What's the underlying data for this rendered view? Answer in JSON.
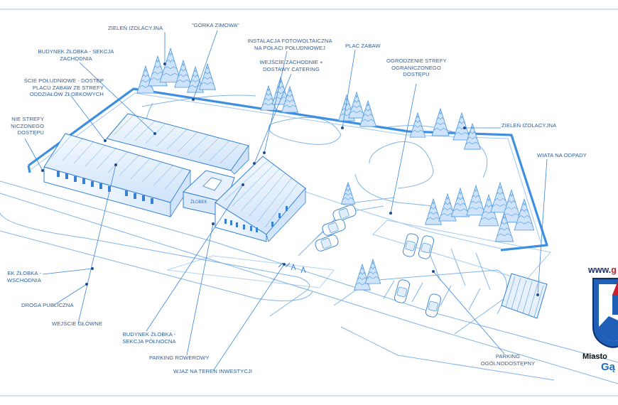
{
  "labels": {
    "zielen_top": "ZIELEŃ IZOLACYJNA",
    "gorka": "\"GÓRKA ZIMOWA\"",
    "pv_line1": "INSTALACJA FOTOWOLTAICZNA",
    "pv_line2": "NA POŁACI POŁUDNIOWEJ",
    "plac": "PLAC ZABAW",
    "wejscie_zach_line1": "WEJŚCIE ZACHODNIE +",
    "wejscie_zach_line2": "DOSTAWY CATERING",
    "ogrodzenie_line1": "OGRODZENIE STREFY",
    "ogrodzenie_line2": "OGRANICZONEGO",
    "ogrodzenie_line3": "DOSTĘPU",
    "bud_zach_line1": "BUDYNEK  ŻŁOBKA - SEKCJA",
    "bud_zach_line2": "ZACHODNIA",
    "wejscie_pol_line1": "ŚCIE POŁUDNIOWE - DOSTEP",
    "wejscie_pol_line2": "PLACU ZABAW ZE STREFY",
    "wejscie_pol_line3": "ODDZIAŁÓW ŻŁOBKOWYCH",
    "strefa_line1": "NIE STREFY",
    "strefa_line2": "NICZONEGO",
    "strefa_line3": "DOSTĘPU",
    "zielen_right": "ZIELEŃ IZOLACYJNA",
    "wiata": "WIATA NA ODPADY",
    "bud_wsch_line1": "EK ŻŁOBKA -",
    "bud_wsch_line2": "WSCHODNIA",
    "droga": "DROGA PUBLICZNA",
    "wejscie_glowne": "WEJŚCIE GŁÓWNE",
    "bud_pn_line1": "BUDYNEK ŻŁOBKA -",
    "bud_pn_line2": "SEKCJA PÓŁNOCNA",
    "parking_row": "PARKING ROWEROWY",
    "wjazd": "WJAZ NA TEREN INWESTYCJI",
    "parking_og_line1": "PARKING",
    "parking_og_line2": "OGÓLNODOSTĘPNY",
    "building_sign": "ŻŁOBEK"
  },
  "logo": {
    "url_prefix": "www.",
    "url_rest": "g",
    "city_label": "Miasto",
    "city_name": "Gą"
  },
  "colors": {
    "line": "#2f7fd3",
    "fence": "#3f8fe0",
    "label": "#2d5e9a",
    "tree": "#4a97e0"
  }
}
